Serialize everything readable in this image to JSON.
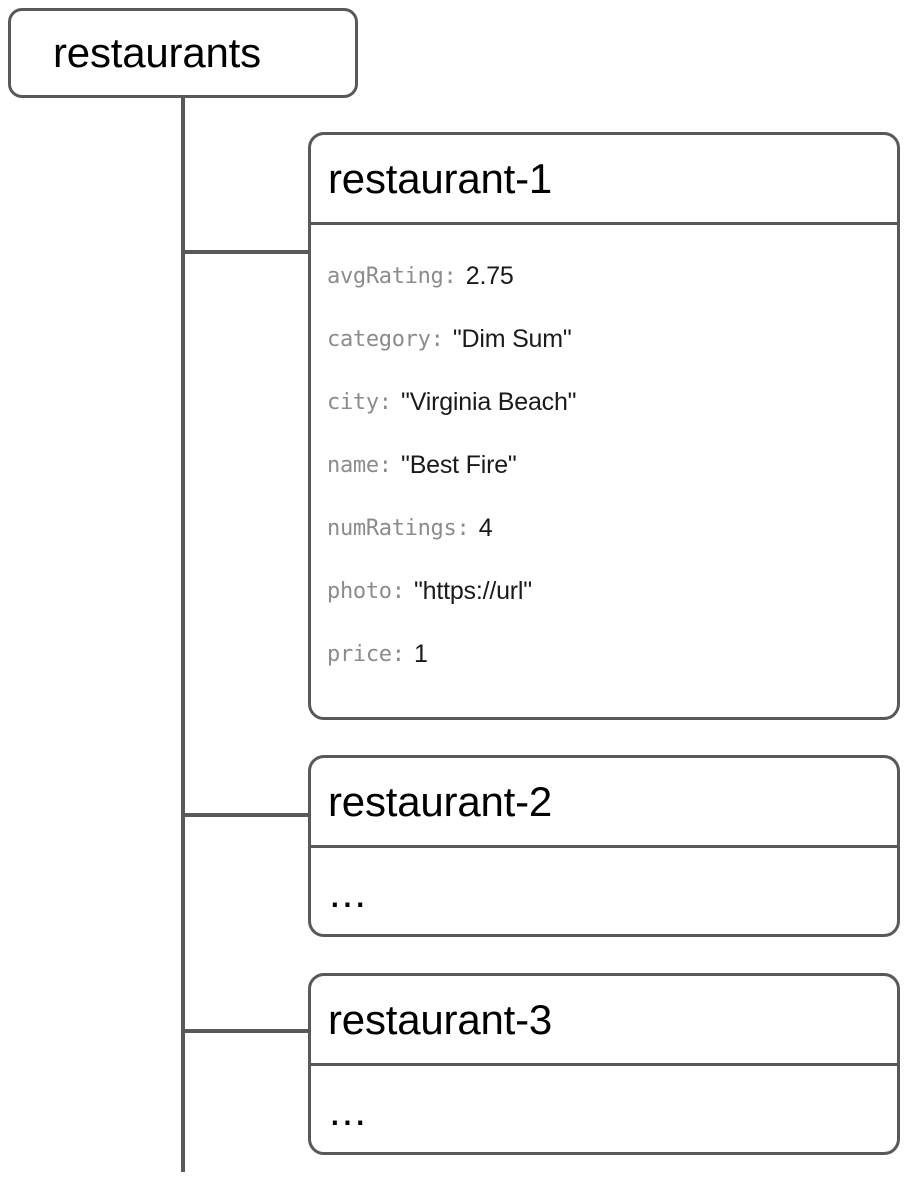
{
  "diagram": {
    "type": "firestore-data-hierarchy",
    "colors": {
      "stroke": "#595959",
      "key_text": "#8c8c8c",
      "value_text": "#1a1a1a",
      "title_text": "#000000",
      "background": "#ffffff"
    }
  },
  "root": {
    "label": "restaurants"
  },
  "documents": [
    {
      "title": "restaurant-1",
      "fields": [
        {
          "key": "avgRating",
          "colon": ":",
          "value": "2.75"
        },
        {
          "key": "category",
          "colon": ":",
          "value": "\"Dim Sum\""
        },
        {
          "key": "city",
          "colon": ":",
          "value": "\"Virginia Beach\""
        },
        {
          "key": "name",
          "colon": ":",
          "value": "\"Best Fire\""
        },
        {
          "key": "numRatings",
          "colon": ":",
          "value": "4"
        },
        {
          "key": "photo",
          "colon": ":",
          "value": "\"https://url\""
        },
        {
          "key": "price",
          "colon": ":",
          "value": "1"
        }
      ]
    },
    {
      "title": "restaurant-2",
      "placeholder": "..."
    },
    {
      "title": "restaurant-3",
      "placeholder": "..."
    }
  ]
}
